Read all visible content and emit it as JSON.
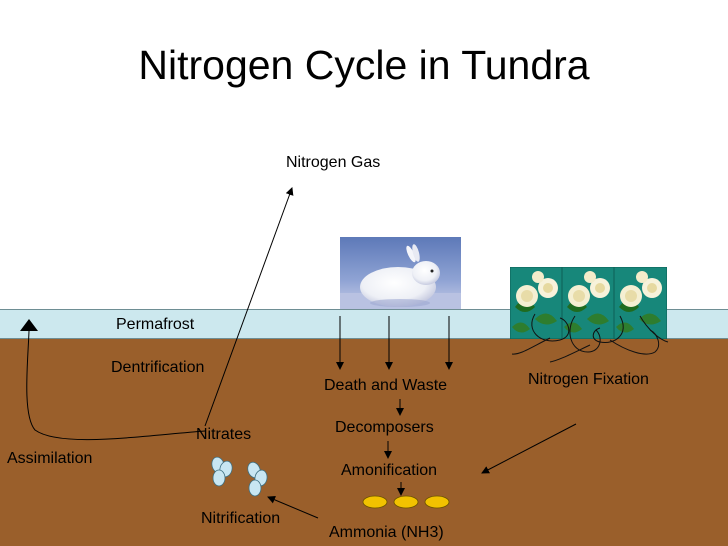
{
  "title": "Nitrogen Cycle in Tundra",
  "labels": {
    "nitrogen_gas": "Nitrogen Gas",
    "permafrost": "Permafrost",
    "dentrification": "Dentrification",
    "death_and_waste": "Death and Waste",
    "nitrogen_fixation": "Nitrogen Fixation",
    "decomposers": "Decomposers",
    "nitrates": "Nitrates",
    "assimilation": "Assimilation",
    "amonification": "Amonification",
    "nitrification": "Nitrification",
    "ammonia": "Ammonia (NH3)"
  },
  "colors": {
    "soil": "#9a5f2b",
    "permafrost": "#cce8ee",
    "ammonia_ovals": "#f2c200",
    "nitrate_ovals": "#c8e6f2"
  },
  "icons": {
    "rabbit": "arctic-hare-photo",
    "flowers": "white-roses-photo"
  }
}
